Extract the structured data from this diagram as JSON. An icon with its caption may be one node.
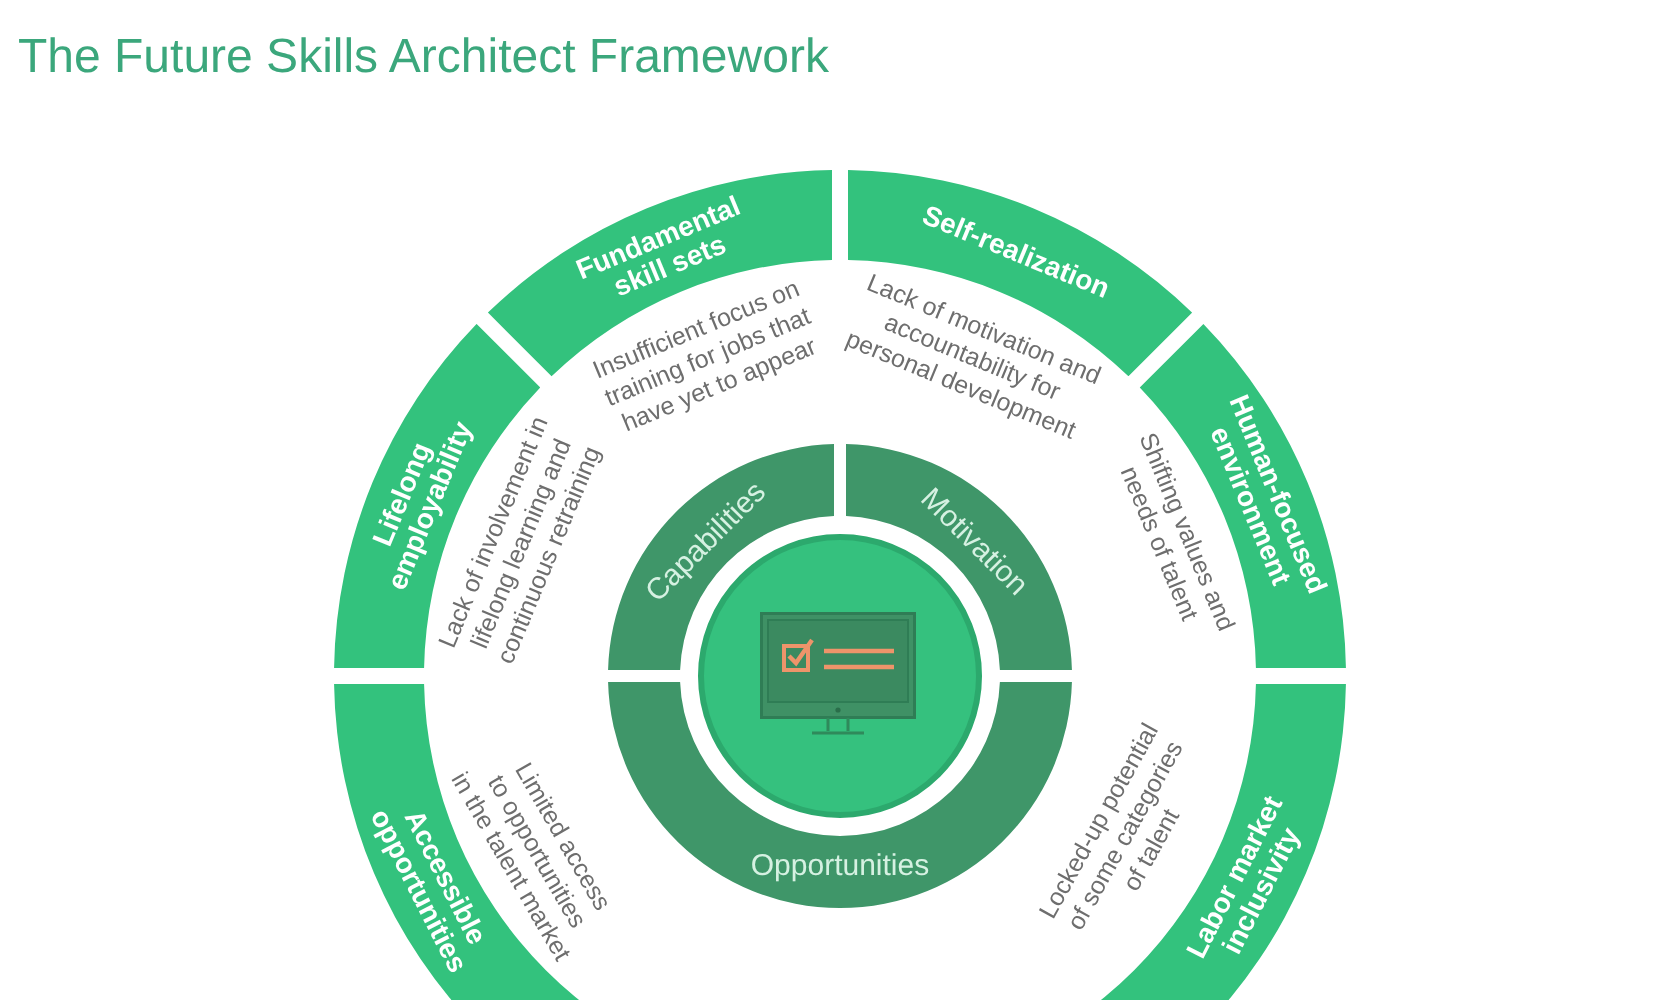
{
  "diagram": {
    "title": "The Future Skills Architect Framework",
    "nodes": [
      {
        "text": [
          "Fundamental skill sets"
        ],
        "beside": [
          "Insufficient focus on training for jobs that have yet to appear"
        ]
      },
      {
        "text": [
          "Self-realization"
        ],
        "beside": [
          "Lack of motivation and accountability for personal development"
        ]
      },
      {
        "text": [
          "Lifelong employability"
        ],
        "beside": [
          "Lack of involvement in lifelong learning and continuous retraining"
        ]
      },
      {
        "text": [
          "Human-focused environment"
        ],
        "beside": [
          "Shifting values and needs of talent"
        ]
      },
      {
        "text": [
          "Capabilities"
        ]
      },
      {
        "text": [
          "Motivation"
        ]
      },
      {
        "text": [],
        "shape": "circle"
      },
      {
        "text": [
          "Opportunities"
        ]
      },
      {
        "text": [
          "Accessible opportunities"
        ],
        "beside": [
          "Limited access to opportunities in the talent market"
        ]
      },
      {
        "text": [
          "Labor market inclusivity"
        ],
        "beside": [
          "Locked-up potential of some categories of talent"
        ]
      }
    ]
  }
}
